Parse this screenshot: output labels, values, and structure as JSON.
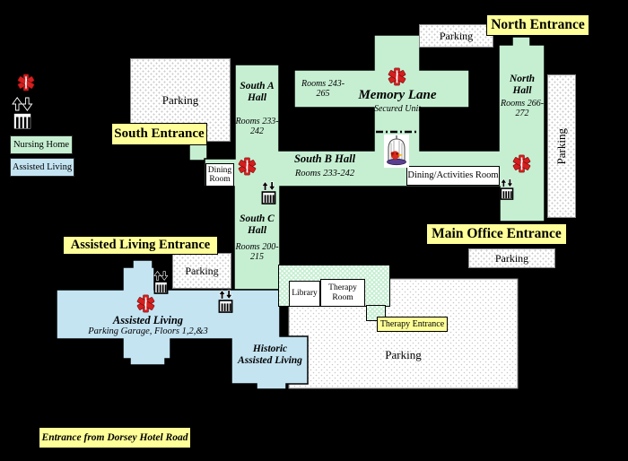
{
  "legend": {
    "star_icon": "star-of-life",
    "elevator_icon": "elevator",
    "nursing_home": "Nursing Home",
    "assisted_living": "Assisted Living"
  },
  "colors": {
    "nursing_home_green": "#C6EFD2",
    "assisted_living_blue": "#C4E4F2",
    "entrance_label_yellow": "#FFFF99",
    "star_of_life_red": "#D41F1F",
    "background": "#000000"
  },
  "entrances": {
    "north": "North Entrance",
    "south": "South Entrance",
    "assisted_living": "Assisted Living Entrance",
    "main_office": "Main Office Entrance",
    "therapy": "Therapy Entrance",
    "road": "Entrance from Dorsey Hotel Road"
  },
  "halls": {
    "south_a": {
      "name": "South A Hall",
      "rooms": "Rooms 233-242"
    },
    "south_b": {
      "name": "South B Hall",
      "rooms": "Rooms 233-242"
    },
    "south_c": {
      "name": "South C Hall",
      "rooms": "Rooms 200-215"
    },
    "north": {
      "name": "North Hall",
      "rooms": "Rooms 266-272"
    },
    "memory_lane": {
      "name": "Memory Lane",
      "sub": "Secured Unit",
      "west_rooms": "Rooms 243-265"
    }
  },
  "assisted_living": {
    "name": "Assisted Living",
    "sub": "Parking Garage, Floors 1,2,&3",
    "historic": "Historic Assisted Living"
  },
  "rooms": {
    "dining_room": "Dining Room",
    "dining_activities": "Dining/Activities Room",
    "library": "Library",
    "therapy_room": "Therapy Room"
  },
  "parking_label": "Parking"
}
